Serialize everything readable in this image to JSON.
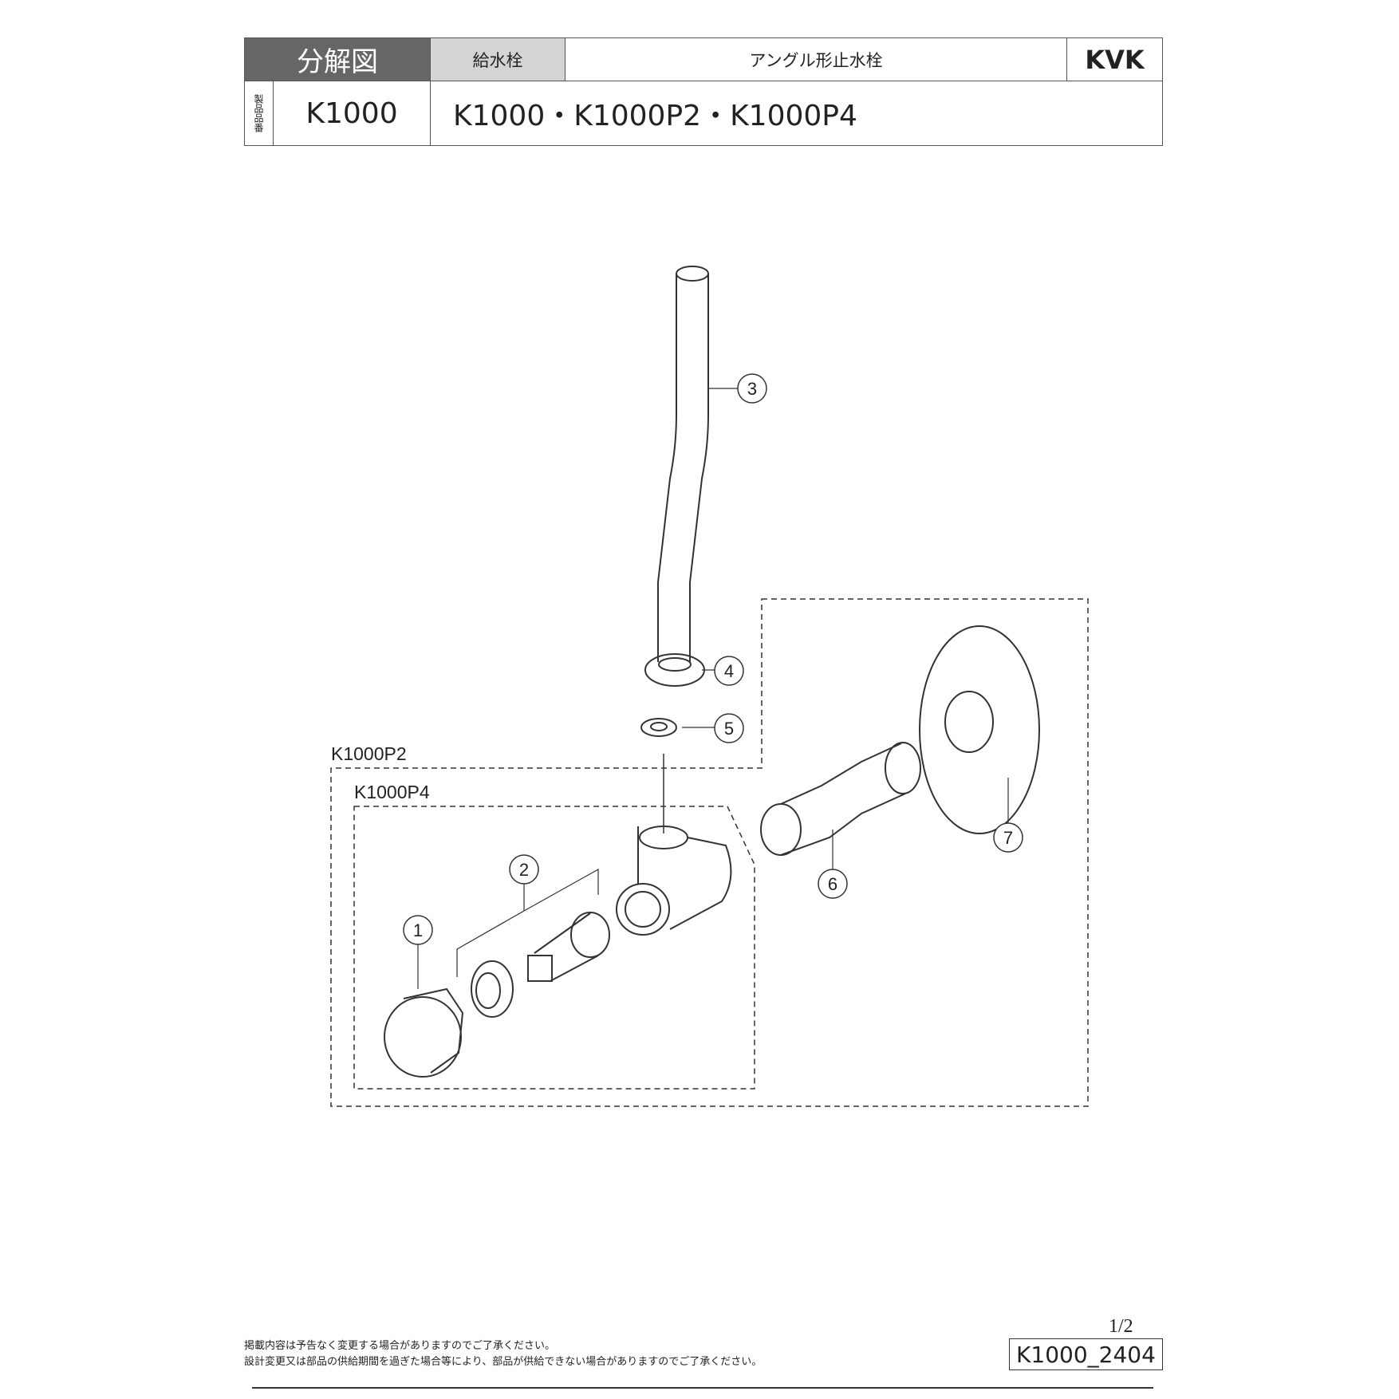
{
  "header": {
    "title": "分解図",
    "category": "給水栓",
    "product_type": "アングル形止水栓",
    "brand": "KVK",
    "part_no_label": "製品品番",
    "part_no": "K1000",
    "models": "K1000・K1000P2・K1000P4"
  },
  "diagram": {
    "callouts": [
      "1",
      "2",
      "3",
      "4",
      "5",
      "6",
      "7"
    ],
    "group_labels": {
      "p2": "K1000P2",
      "p4": "K1000P4"
    }
  },
  "footer": {
    "notice1": "掲載内容は予告なく変更する場合がありますのでご了承ください。",
    "notice2": "設計変更又は部品の供給期間を過ぎた場合等により、部品が供給できない場合がありますのでご了承ください。",
    "page": "1/2",
    "doc_id": "K1000_2404"
  }
}
